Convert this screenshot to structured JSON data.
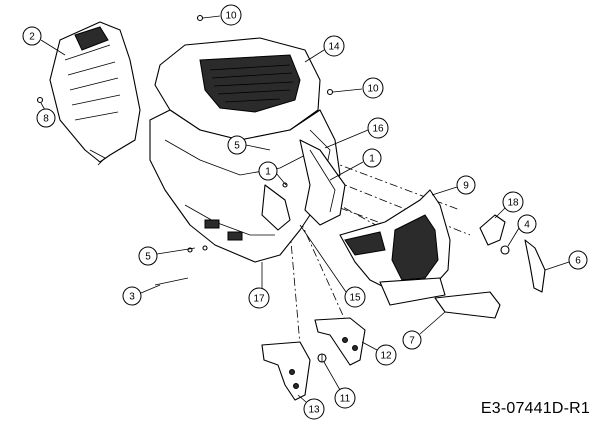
{
  "drawing_code": "E3-07441D-R1",
  "callouts": [
    {
      "label": "1"
    },
    {
      "label": "1"
    },
    {
      "label": "2"
    },
    {
      "label": "3"
    },
    {
      "label": "4"
    },
    {
      "label": "5"
    },
    {
      "label": "5"
    },
    {
      "label": "6"
    },
    {
      "label": "7"
    },
    {
      "label": "8"
    },
    {
      "label": "9"
    },
    {
      "label": "10"
    },
    {
      "label": "10"
    },
    {
      "label": "11"
    },
    {
      "label": "12"
    },
    {
      "label": "13"
    },
    {
      "label": "14"
    },
    {
      "label": "15"
    },
    {
      "label": "16"
    },
    {
      "label": "17"
    },
    {
      "label": "18"
    }
  ]
}
